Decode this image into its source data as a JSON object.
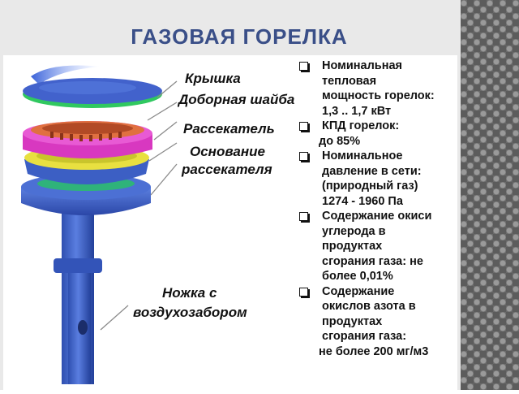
{
  "title": "ГАЗОВАЯ ГОРЕЛКА",
  "parts": {
    "lid": "Крышка",
    "washer": "Доборная шайба",
    "spreader": "Рассекатель",
    "base_line1": "Основание",
    "base_line2": "рассекателя",
    "leg_line1": "Ножка с",
    "leg_line2": "воздухозабором"
  },
  "specs": [
    {
      "lines": [
        "Номинальная",
        "тепловая",
        "мощность горелок:",
        "1,3 .. 1,7 кВт"
      ]
    },
    {
      "lines": [
        "КПД горелок:"
      ],
      "continuation": "до 85%"
    },
    {
      "lines": [
        "Номинальное",
        "давление в сети:",
        "(природный газ)",
        "1274 - 1960 Па"
      ]
    },
    {
      "lines": [
        "Содержание окиси",
        "углерода в",
        "продуктах",
        "сгорания газа: не",
        "более 0,01%"
      ]
    },
    {
      "lines": [
        "Содержание",
        "окислов азота в",
        "продуктах",
        "сгорания газа:"
      ],
      "continuation": "не более 200 мг/м3"
    }
  ],
  "colors": {
    "title": "#3a4f88",
    "burner_blue": "#3f63c8",
    "washer_magenta": "#e040c8",
    "spreader_orange": "#e07040",
    "base_yellow": "#e8e040",
    "lid_green": "#30c860"
  }
}
